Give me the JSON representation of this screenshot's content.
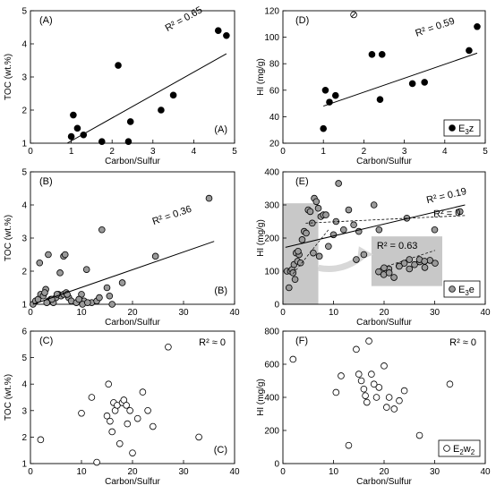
{
  "chart_data": [
    {
      "type": "scatter",
      "panel_label": "(A)",
      "corner_label": "(A)",
      "xlabel": "Carbon/Sulfur",
      "ylabel": "TOC (wt.%)",
      "xlim": [
        0,
        5
      ],
      "ylim": [
        1,
        5
      ],
      "xticks": [
        "0",
        "1",
        "2",
        "3",
        "4",
        "5"
      ],
      "yticks": [
        "1",
        "2",
        "3",
        "4",
        "5"
      ],
      "trendlines": [
        {
          "label": "R² = 0.65",
          "x": [
            0.9,
            4.8
          ],
          "y": [
            1.0,
            3.7
          ],
          "dashed": false
        }
      ],
      "series": [
        {
          "style": "black-filled",
          "x": [
            1.0,
            1.05,
            1.15,
            1.3,
            1.75,
            2.15,
            2.4,
            2.45,
            3.2,
            3.5,
            4.6,
            4.8
          ],
          "y": [
            1.2,
            1.85,
            1.45,
            1.25,
            1.05,
            3.35,
            1.05,
            1.65,
            2.0,
            2.45,
            4.4,
            4.25
          ]
        }
      ]
    },
    {
      "type": "scatter",
      "panel_label": "(D)",
      "xlabel": "Carbon/Sulfur",
      "ylabel": "HI (mg/g)",
      "xlim": [
        0,
        5
      ],
      "ylim": [
        20,
        120
      ],
      "xticks": [
        "0",
        "1",
        "2",
        "3",
        "4",
        "5"
      ],
      "yticks": [
        "20",
        "40",
        "60",
        "80",
        "100",
        "120"
      ],
      "trendlines": [
        {
          "label": "R² = 0.59",
          "x": [
            1.0,
            4.8
          ],
          "y": [
            48,
            88
          ],
          "dashed": false
        }
      ],
      "series": [
        {
          "style": "black-filled",
          "x": [
            1.0,
            1.05,
            1.15,
            1.3,
            2.2,
            2.4,
            2.45,
            3.2,
            3.5,
            4.6,
            4.8
          ],
          "y": [
            31,
            60,
            51,
            56,
            87,
            53,
            87,
            65,
            66,
            90,
            108
          ]
        },
        {
          "style": "crossed-open",
          "x": [
            1.75
          ],
          "y": [
            117
          ]
        }
      ],
      "legend": {
        "text": "E",
        "sub": "3",
        "tail": "z",
        "marker": "black-filled",
        "position": "bottom-right"
      }
    },
    {
      "type": "scatter",
      "panel_label": "(B)",
      "corner_label": "(B)",
      "xlabel": "Carbon/Sulfur",
      "ylabel": "TOC (wt.%)",
      "xlim": [
        0,
        40
      ],
      "ylim": [
        1,
        5
      ],
      "xticks": [
        "0",
        "10",
        "20",
        "30",
        "40"
      ],
      "yticks": [
        "1",
        "2",
        "3",
        "4",
        "5"
      ],
      "trendlines": [
        {
          "label": "R² = 0.36",
          "x": [
            0.5,
            36
          ],
          "y": [
            1.0,
            2.9
          ],
          "dashed": false
        }
      ],
      "series": [
        {
          "style": "gray-filled",
          "x": [
            0.5,
            1,
            1.5,
            2,
            2.5,
            3,
            3.5,
            4,
            4.5,
            5,
            5.5,
            6,
            6.5,
            7,
            7.5,
            8,
            9,
            10,
            10.5,
            11,
            12,
            13,
            13.5,
            14,
            15,
            15.5,
            16,
            18,
            24.5,
            35,
            1.8,
            3.5,
            2.8,
            5.8,
            6.5,
            5.2,
            6.8,
            7.2,
            9.5,
            10.2,
            11.2,
            4.2,
            3.2
          ],
          "y": [
            1.0,
            1.1,
            1.15,
            1.3,
            1.25,
            1.45,
            1.1,
            1.15,
            1.05,
            1.2,
            1.3,
            1.25,
            1.3,
            1.35,
            1.2,
            1.1,
            1.05,
            1.3,
            1.1,
            2.05,
            1.05,
            1.1,
            1.2,
            3.25,
            1.5,
            1.25,
            1.0,
            1.65,
            2.45,
            4.2,
            2.25,
            2.5,
            1.35,
            1.95,
            2.45,
            1.3,
            2.5,
            1.3,
            1.15,
            1.0,
            1.05,
            1.15,
            1.05
          ]
        }
      ]
    },
    {
      "type": "scatter",
      "panel_label": "(E)",
      "xlabel": "Carbon/Sulfur",
      "ylabel": "HI (mg/g)",
      "xlim": [
        0,
        40
      ],
      "ylim": [
        0,
        400
      ],
      "xticks": [
        "0",
        "10",
        "20",
        "30",
        "40"
      ],
      "yticks": [
        "0",
        "100",
        "200",
        "300",
        "400"
      ],
      "trendlines": [
        {
          "label": "R² = 0.19",
          "x": [
            0.5,
            36
          ],
          "y": [
            172,
            300
          ],
          "dashed": false
        },
        {
          "label": "R² = 0",
          "x": [
            4.5,
            36
          ],
          "y": [
            245,
            268
          ],
          "dashed": true
        },
        {
          "label": "R² = 0.63",
          "x": [
            2,
            9
          ],
          "y": [
            92,
            225
          ],
          "dashed": true
        }
      ],
      "series": [
        {
          "style": "gray-filled",
          "x": [
            0.8,
            1.5,
            1.8,
            2.2,
            2.6,
            2.9,
            3.2,
            3.5,
            3.8,
            4.2,
            4.6,
            5.0,
            5.4,
            5.8,
            6.2,
            6.6,
            7.0,
            7.5,
            8,
            8.5,
            9,
            10,
            10.5,
            11,
            12,
            13,
            14,
            14.5,
            15,
            16,
            18,
            19,
            20,
            21,
            23,
            24.5,
            25,
            27,
            28,
            30,
            35,
            1.2,
            2.0,
            2.4,
            3.0,
            6.0,
            7.2
          ],
          "y": [
            100,
            100,
            105,
            120,
            155,
            130,
            150,
            125,
            195,
            220,
            215,
            285,
            280,
            245,
            320,
            310,
            290,
            265,
            270,
            270,
            175,
            210,
            250,
            365,
            225,
            285,
            240,
            135,
            220,
            150,
            300,
            225,
            110,
            95,
            115,
            260,
            135,
            135,
            130,
            225,
            280,
            50,
            95,
            75,
            160,
            155,
            145
          ]
        }
      ],
      "inset": {
        "label": "R² = 0.63",
        "trend_y": [
          120,
          185
        ],
        "x": [
          2,
          3,
          4,
          5,
          6,
          7,
          8,
          9,
          10,
          11,
          12,
          13
        ],
        "y": [
          110,
          100,
          120,
          90,
          130,
          140,
          120,
          135,
          145,
          125,
          150,
          140
        ]
      },
      "legend": {
        "text": "E",
        "sub": "3",
        "tail": "e",
        "marker": "gray-filled",
        "position": "bottom-right"
      }
    },
    {
      "type": "scatter",
      "panel_label": "(C)",
      "corner_label": "(C)",
      "r2_label": "R² ≈ 0",
      "xlabel": "Carbon/Sulfur",
      "ylabel": "TOC (wt.%)",
      "xlim": [
        0,
        40
      ],
      "ylim": [
        1,
        6
      ],
      "xticks": [
        "0",
        "10",
        "20",
        "30",
        "40"
      ],
      "yticks": [
        "1",
        "2",
        "3",
        "4",
        "5",
        "6"
      ],
      "series": [
        {
          "style": "open",
          "x": [
            2,
            10,
            12,
            13,
            15,
            15.3,
            15.6,
            16,
            16.3,
            16.6,
            17,
            17.5,
            18,
            18.3,
            18.8,
            19,
            19.5,
            20,
            21,
            22,
            23,
            24,
            27,
            33
          ],
          "y": [
            1.9,
            2.9,
            3.5,
            1.05,
            2.8,
            4.0,
            2.6,
            2.2,
            3.3,
            3.0,
            3.2,
            1.75,
            3.3,
            3.4,
            3.2,
            2.5,
            3.0,
            1.4,
            2.7,
            3.7,
            3.0,
            2.4,
            5.4,
            2.0
          ]
        }
      ]
    },
    {
      "type": "scatter",
      "panel_label": "(F)",
      "r2_label": "R² ≈ 0",
      "xlabel": "Carbon/Sulfur",
      "ylabel": "HI (mg/g)",
      "xlim": [
        0,
        40
      ],
      "ylim": [
        0,
        800
      ],
      "xticks": [
        "0",
        "10",
        "20",
        "30",
        "40"
      ],
      "yticks": [
        "0",
        "200",
        "400",
        "600",
        "800"
      ],
      "series": [
        {
          "style": "open",
          "x": [
            2,
            10.5,
            11.5,
            13,
            14.5,
            15,
            15.5,
            16,
            16.3,
            16.6,
            17,
            17.5,
            18,
            18.5,
            19,
            20,
            20.5,
            21,
            22,
            23,
            24,
            27,
            33
          ],
          "y": [
            630,
            430,
            530,
            110,
            690,
            540,
            500,
            450,
            410,
            370,
            740,
            540,
            480,
            400,
            460,
            590,
            340,
            400,
            330,
            380,
            440,
            170,
            480
          ]
        }
      ],
      "legend": {
        "text": "E",
        "sub": "2",
        "tail": "w",
        "sub2": "2",
        "marker": "open",
        "position": "bottom-right"
      }
    }
  ]
}
